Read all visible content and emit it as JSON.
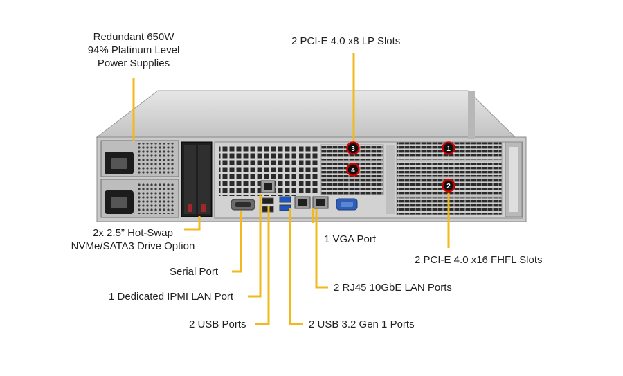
{
  "colors": {
    "leader": "#f2b81c",
    "badge_ring": "#d40000",
    "chassis": "#c9c9c9",
    "panel": "#d6d6d6"
  },
  "callouts": {
    "power_supplies": [
      "Redundant  650W",
      "94% Platinum  Level",
      "Power Supplies"
    ],
    "pcie_lp": "2 PCI-E 4.0 x8 LP Slots",
    "drive_option": [
      "2x 2.5” Hot-Swap",
      "NVMe/SATA3 Drive Option"
    ],
    "vga": "1 VGA Port",
    "pcie_fhfl": "2 PCI-E 4.0 x16 FHFL Slots",
    "serial": "Serial Port",
    "rj45": "2 RJ45 10GbE LAN Ports",
    "ipmi": "1 Dedicated IPMI  LAN Port",
    "usb": "2 USB Ports",
    "usb32": "2 USB 3.2 Gen 1 Ports"
  },
  "slot_badges": [
    "1",
    "2",
    "3",
    "4"
  ],
  "icons": [
    "power-socket-icon",
    "fan-grille-icon",
    "vga-connector-icon",
    "rj45-jack-icon",
    "usb-port-icon",
    "serial-port-icon"
  ]
}
